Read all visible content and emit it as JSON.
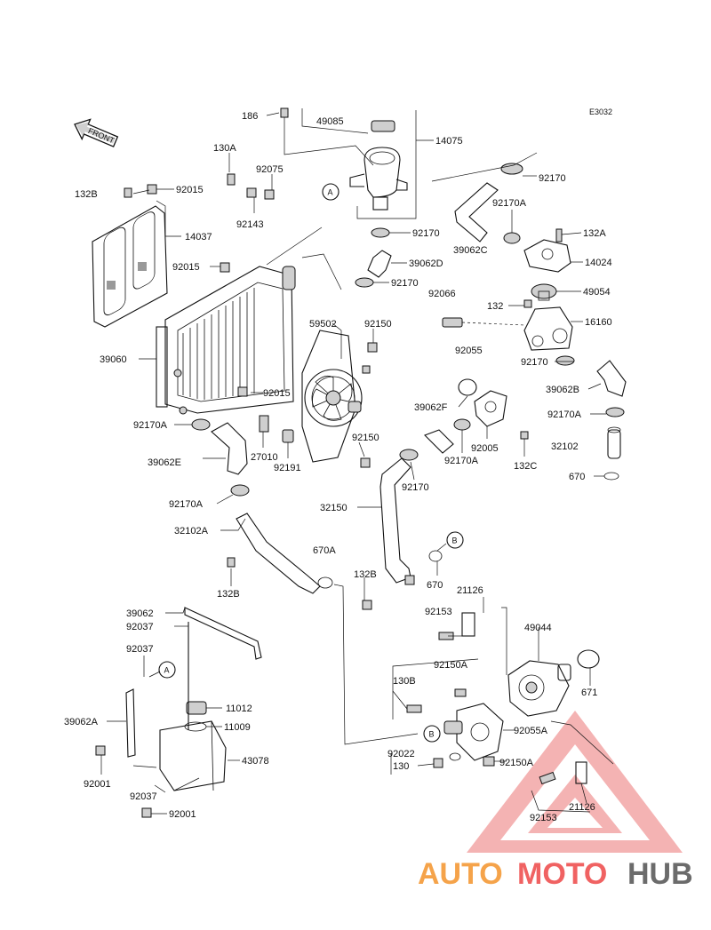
{
  "diagram_code": "E3032",
  "front_label": "FRONT",
  "callout_letters": {
    "a": "A",
    "b": "B"
  },
  "labels": {
    "p186": "186",
    "p49085": "49085",
    "p14075": "14075",
    "p130A": "130A",
    "p92075": "92075",
    "p132B_top": "132B",
    "p92015_top": "92015",
    "p92143": "92143",
    "p14037": "14037",
    "p92015_mid": "92015",
    "p92170_a": "92170",
    "p92170_b": "92170",
    "p92170_c": "92170",
    "p92170A_top": "92170A",
    "p39062C": "39062C",
    "p132A": "132A",
    "p39062D": "39062D",
    "p14024": "14024",
    "p92066": "92066",
    "p132_r": "132",
    "p49054": "49054",
    "p59502": "59502",
    "p92150_top": "92150",
    "p16160": "16160",
    "p39060": "39060",
    "p92055": "92055",
    "p92170_d": "92170",
    "p39062B": "39062B",
    "p92015_low": "92015",
    "p39062F": "39062F",
    "p92170A_r": "92170A",
    "p92170A_l": "92170A",
    "p27010": "27010",
    "p92150_mid": "92150",
    "p92005": "92005",
    "p32102": "32102",
    "p39062E": "39062E",
    "p92191": "92191",
    "p92170A_m": "92170A",
    "p132C": "132C",
    "p92170_e": "92170",
    "p670_r": "670",
    "p92170A_low": "92170A",
    "p32150": "32150",
    "p32102A": "32102A",
    "p670A": "670A",
    "p132B_low": "132B",
    "p132B_mid": "132B",
    "p670": "670",
    "p21126_top": "21126",
    "p39062": "39062",
    "p92153_top": "92153",
    "p92037_a": "92037",
    "p49044": "49044",
    "p92150A_top": "92150A",
    "p92037_b": "92037",
    "p130B": "130B",
    "p671": "671",
    "p11012": "11012",
    "p39062A": "39062A",
    "p11009": "11009",
    "p92055A": "92055A",
    "p92022": "92022",
    "p43078": "43078",
    "p130": "130",
    "p92150A_low": "92150A",
    "p92001_a": "92001",
    "p92037_c": "92037",
    "p92153_low": "92153",
    "p21126_low": "21126",
    "p92001_b": "92001"
  },
  "watermark": {
    "part1": "AUTO",
    "part2": "MOTO",
    "part3": "HUB",
    "color_auto": "#f5a34a",
    "color_moto": "#f06262",
    "color_hub": "#6b6b6b"
  }
}
